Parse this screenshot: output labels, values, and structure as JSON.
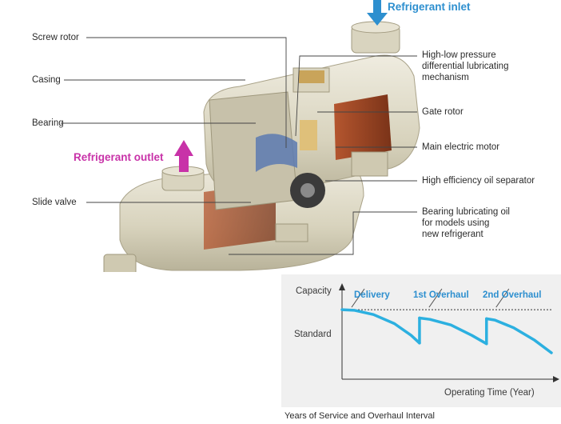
{
  "callouts_left": [
    {
      "id": "screw-rotor",
      "text": "Screw rotor"
    },
    {
      "id": "casing",
      "text": "Casing"
    },
    {
      "id": "bearing",
      "text": "Bearing"
    },
    {
      "id": "slide-valve",
      "text": "Slide valve"
    }
  ],
  "callouts_right": [
    {
      "id": "lubricating-mechanism",
      "text": "High-low pressure\ndifferential lubricating\nmechanism"
    },
    {
      "id": "gate-rotor",
      "text": "Gate rotor"
    },
    {
      "id": "main-motor",
      "text": "Main electric motor"
    },
    {
      "id": "oil-separator",
      "text": "High efficiency oil separator"
    },
    {
      "id": "bearing-oil",
      "text": "Bearing lubricating oil\nfor models using\nnew refrigerant"
    }
  ],
  "refrigerant_inlet": "Refrigerant inlet",
  "refrigerant_outlet": "Refrigerant outlet",
  "colors": {
    "accent_blue": "#2d8fcf",
    "accent_pink": "#c832a8",
    "curve_blue": "#2cb0e0",
    "body_beige": "#ddd9c4"
  },
  "chart_data": {
    "type": "line",
    "ylabel": "Capacity",
    "xlabel": "Operating Time (Year)",
    "reference_line": "Standard",
    "events": [
      {
        "label": "Delivery",
        "x": 0.0
      },
      {
        "label": "1st Overhaul",
        "x": 0.37
      },
      {
        "label": "2nd Overhaul",
        "x": 0.69
      }
    ],
    "series": [
      {
        "x": [
          0.0,
          0.06,
          0.15,
          0.25,
          0.33,
          0.37
        ],
        "y": [
          1.0,
          0.99,
          0.93,
          0.8,
          0.63,
          0.52
        ]
      },
      {
        "x": [
          0.37,
          0.42,
          0.52,
          0.62,
          0.69
        ],
        "y": [
          0.88,
          0.86,
          0.78,
          0.63,
          0.51
        ]
      },
      {
        "x": [
          0.69,
          0.73,
          0.82,
          0.92,
          1.0
        ],
        "y": [
          0.87,
          0.85,
          0.74,
          0.56,
          0.38
        ]
      }
    ],
    "ylim": [
      0,
      1.3
    ],
    "xlim": [
      0,
      1.0
    ]
  },
  "caption": "Years of Service and Overhaul Interval"
}
